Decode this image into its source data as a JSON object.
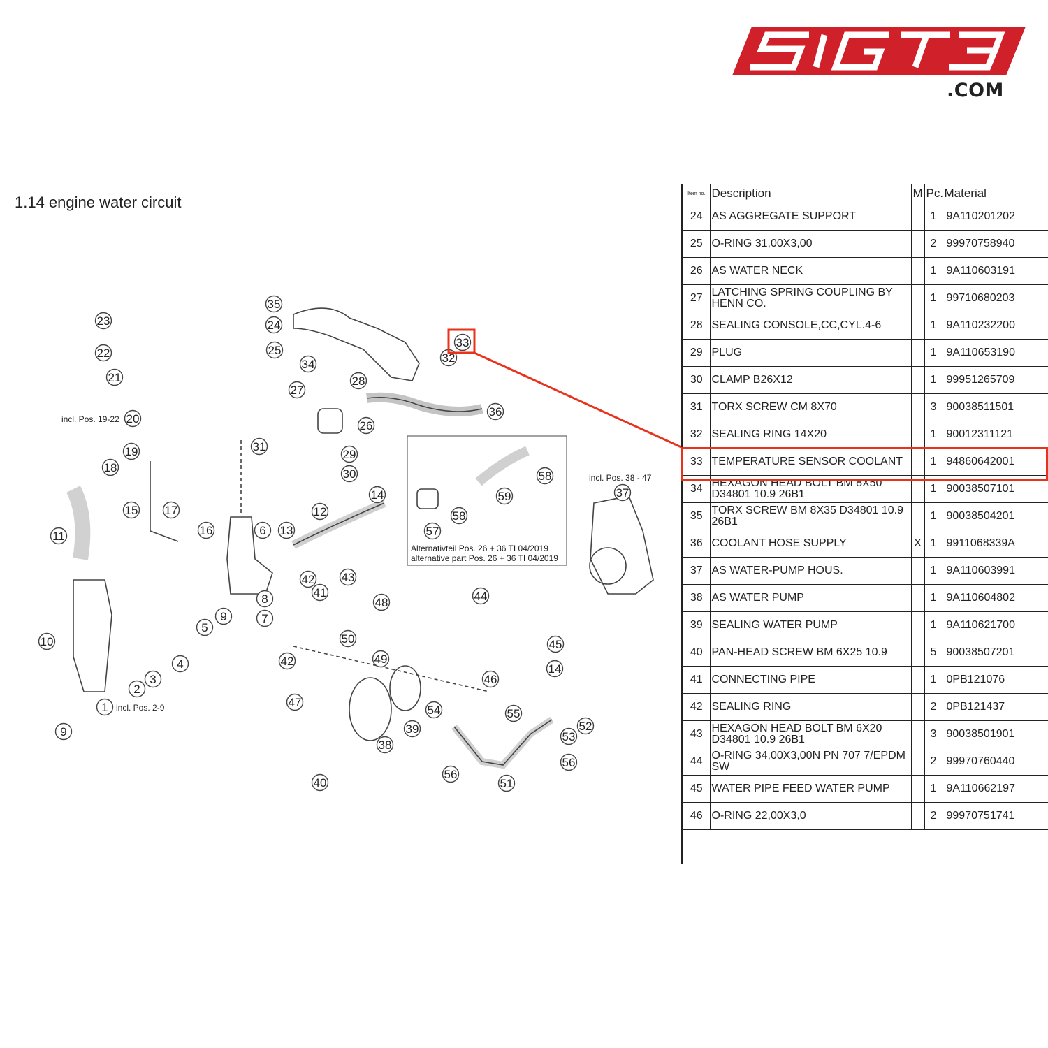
{
  "brand": {
    "logo_text": "SIGT3",
    "domain": ".COM",
    "accent": "#d0202a"
  },
  "section": {
    "title": "1.14  engine water circuit"
  },
  "diagram": {
    "callouts": [
      "1",
      "2",
      "3",
      "4",
      "5",
      "6",
      "7",
      "8",
      "9",
      "9",
      "10",
      "11",
      "12",
      "13",
      "14",
      "14",
      "15",
      "16",
      "17",
      "18",
      "19",
      "20",
      "21",
      "22",
      "23",
      "24",
      "25",
      "26",
      "27",
      "28",
      "29",
      "30",
      "31",
      "32",
      "33",
      "34",
      "35",
      "36",
      "37",
      "38",
      "39",
      "40",
      "41",
      "42",
      "42",
      "43",
      "44",
      "45",
      "46",
      "47",
      "48",
      "49",
      "50",
      "51",
      "52",
      "53",
      "54",
      "55",
      "56",
      "56",
      "57",
      "58",
      "58",
      "59"
    ],
    "notes": {
      "incl_19_22": "incl. Pos. 19-22",
      "incl_2_9": "incl. Pos. 2-9",
      "incl_38_47": "incl. Pos. 38 - 47",
      "alt_de": "Alternativteil Pos. 26 + 36 TI 04/2019",
      "alt_en": "alternative part Pos. 26 + 36 TI 04/2019"
    },
    "highlight_color": "#e8321c",
    "highlighted_item": "33"
  },
  "table": {
    "headers": {
      "item": "Item no.",
      "description": "Description",
      "m": "M",
      "pc": "Pc.",
      "material": "Material"
    },
    "rows": [
      {
        "item": "24",
        "desc": "AS AGGREGATE SUPPORT",
        "m": "",
        "pc": "1",
        "mat": "9A110201202"
      },
      {
        "item": "25",
        "desc": "O-RING 31,00X3,00",
        "m": "",
        "pc": "2",
        "mat": "99970758940"
      },
      {
        "item": "26",
        "desc": "AS WATER NECK",
        "m": "",
        "pc": "1",
        "mat": "9A110603191"
      },
      {
        "item": "27",
        "desc": "LATCHING SPRING COUPLING BY HENN CO.",
        "m": "",
        "pc": "1",
        "mat": "99710680203"
      },
      {
        "item": "28",
        "desc": "SEALING CONSOLE,CC,CYL.4-6",
        "m": "",
        "pc": "1",
        "mat": "9A110232200"
      },
      {
        "item": "29",
        "desc": "PLUG",
        "m": "",
        "pc": "1",
        "mat": "9A110653190"
      },
      {
        "item": "30",
        "desc": "CLAMP B26X12",
        "m": "",
        "pc": "1",
        "mat": "99951265709"
      },
      {
        "item": "31",
        "desc": "TORX SCREW CM 8X70",
        "m": "",
        "pc": "3",
        "mat": "90038511501"
      },
      {
        "item": "32",
        "desc": "SEALING RING 14X20",
        "m": "",
        "pc": "1",
        "mat": "90012311121"
      },
      {
        "item": "33",
        "desc": "TEMPERATURE SENSOR COOLANT",
        "m": "",
        "pc": "1",
        "mat": "94860642001"
      },
      {
        "item": "34",
        "desc": "HEXAGON HEAD BOLT BM 8X50 D34801 10.9 26B1",
        "m": "",
        "pc": "1",
        "mat": "90038507101"
      },
      {
        "item": "35",
        "desc": "TORX SCREW BM 8X35 D34801 10.9 26B1",
        "m": "",
        "pc": "1",
        "mat": "90038504201"
      },
      {
        "item": "36",
        "desc": "COOLANT HOSE SUPPLY",
        "m": "X",
        "pc": "1",
        "mat": "9911068339A"
      },
      {
        "item": "37",
        "desc": "AS WATER-PUMP HOUS.",
        "m": "",
        "pc": "1",
        "mat": "9A110603991"
      },
      {
        "item": "38",
        "desc": "AS WATER PUMP",
        "m": "",
        "pc": "1",
        "mat": "9A110604802"
      },
      {
        "item": "39",
        "desc": "SEALING WATER PUMP",
        "m": "",
        "pc": "1",
        "mat": "9A110621700"
      },
      {
        "item": "40",
        "desc": "PAN-HEAD SCREW BM 6X25 10.9",
        "m": "",
        "pc": "5",
        "mat": "90038507201"
      },
      {
        "item": "41",
        "desc": "CONNECTING PIPE",
        "m": "",
        "pc": "1",
        "mat": "0PB121076"
      },
      {
        "item": "42",
        "desc": "SEALING RING",
        "m": "",
        "pc": "2",
        "mat": "0PB121437"
      },
      {
        "item": "43",
        "desc": "HEXAGON HEAD BOLT BM 6X20 D34801 10.9 26B1",
        "m": "",
        "pc": "3",
        "mat": "90038501901"
      },
      {
        "item": "44",
        "desc": "O-RING 34,00X3,00N PN 707 7/EPDM SW",
        "m": "",
        "pc": "2",
        "mat": "99970760440"
      },
      {
        "item": "45",
        "desc": "WATER PIPE FEED WATER PUMP",
        "m": "",
        "pc": "1",
        "mat": "9A110662197"
      },
      {
        "item": "46",
        "desc": "O-RING 22,00X3,0",
        "m": "",
        "pc": "2",
        "mat": "99970751741"
      }
    ]
  }
}
